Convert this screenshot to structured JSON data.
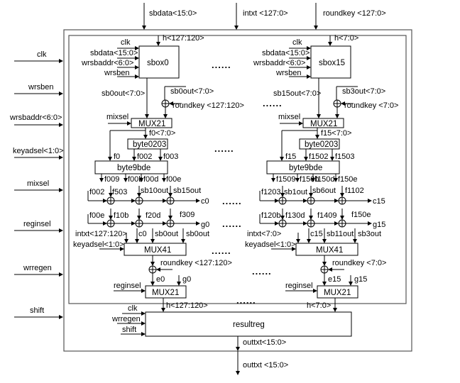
{
  "top_inputs": {
    "sbdata": "sbdata<15:0>",
    "intxt": "intxt <127:0>",
    "roundkey": "roundkey <127:0>"
  },
  "left_inputs": {
    "clk": "clk",
    "wrsben": "wrsben",
    "wrsbaddr": "wrsbaddr<6:0>",
    "keyadsel": "keyadsel<1:0>",
    "mixsel": "mixsel",
    "reginsel": "reginsel",
    "wrregen": "wrregen",
    "shift": "shift"
  },
  "col0": {
    "h": "h<127:120>",
    "clk": "clk",
    "sbdata": "sbdata<15:0>",
    "wrsbaddr": "wrsbaddr<6:0>",
    "wrsben": "wrsben",
    "sbox": "sbox0",
    "sbout": "sb0out<7:0>",
    "xor_in": "sb0out<7:0>",
    "roundkey": "roundkey <127:120>",
    "mixsel": "mixsel",
    "mux21": "MUX21",
    "f": "f0<7:0>",
    "byte0203": "byte0203",
    "f_direct": "f0",
    "f02": "f002",
    "f03": "f003",
    "byte9bde": "byte9bde",
    "f09": "f009",
    "f0b": "f00b",
    "f0d": "f00d",
    "f0e": "f00e",
    "c_row": [
      "f002",
      "f503",
      "sb10out",
      "sb15out"
    ],
    "c_out": "c0",
    "g_row": [
      "f00e",
      "f10b",
      "f20d",
      "f309"
    ],
    "g_out": "g0",
    "mux41_in": [
      "intxt<127:120>",
      "c0",
      "sb0out",
      "sb0out"
    ],
    "keyadsel": "keyadsel<1:0>",
    "mux41": "MUX41",
    "roundkey2": "roundkey <127:120>",
    "e": "e0",
    "g": "g0",
    "reginsel": "reginsel",
    "mux21b": "MUX21",
    "h_out": "h<127:120>"
  },
  "col15": {
    "h": "h<7:0>",
    "clk": "clk",
    "sbdata": "sbdata<15:0>",
    "wrsbaddr": "wrsbaddr<6:0>",
    "wrsben": "wrsben",
    "sbox": "sbox15",
    "sbout": "sb15out<7:0>",
    "xor_in": "sb3out<7:0>",
    "roundkey": "roundkey <7:0>",
    "mixsel": "mixsel",
    "mux21": "MUX21",
    "f": "f15<7:0>",
    "byte0203": "byte0203",
    "f_direct": "f15",
    "f02": "f1502",
    "f03": "f1503",
    "byte9bde": "byte9bde",
    "f09": "f1509",
    "f0b": "f150b",
    "f0d": "f150d",
    "f0e": "f150e",
    "c_row": [
      "f1203",
      "sb1out",
      "sb6out",
      "f1102"
    ],
    "c_out": "c15",
    "g_row": [
      "f120b",
      "f130d",
      "f1409",
      "f150e"
    ],
    "g_out": "g15",
    "mux41_in": [
      "intxt<7:0>",
      "c15",
      "sb11out",
      "sb3out"
    ],
    "keyadsel": "keyadsel<1:0>",
    "mux41": "MUX41",
    "roundkey2": "roundkey <7:0>",
    "e": "e15",
    "g": "g15",
    "reginsel": "reginsel",
    "mux21b": "MUX21",
    "h_out": "h<7:0>"
  },
  "resultreg": {
    "label": "resultreg",
    "clk": "clk",
    "wrregen": "wrregen",
    "shift": "shift",
    "out_inner": "outtxt<15:0>",
    "out": "outtxt <15:0>"
  },
  "ellipsis": "......"
}
